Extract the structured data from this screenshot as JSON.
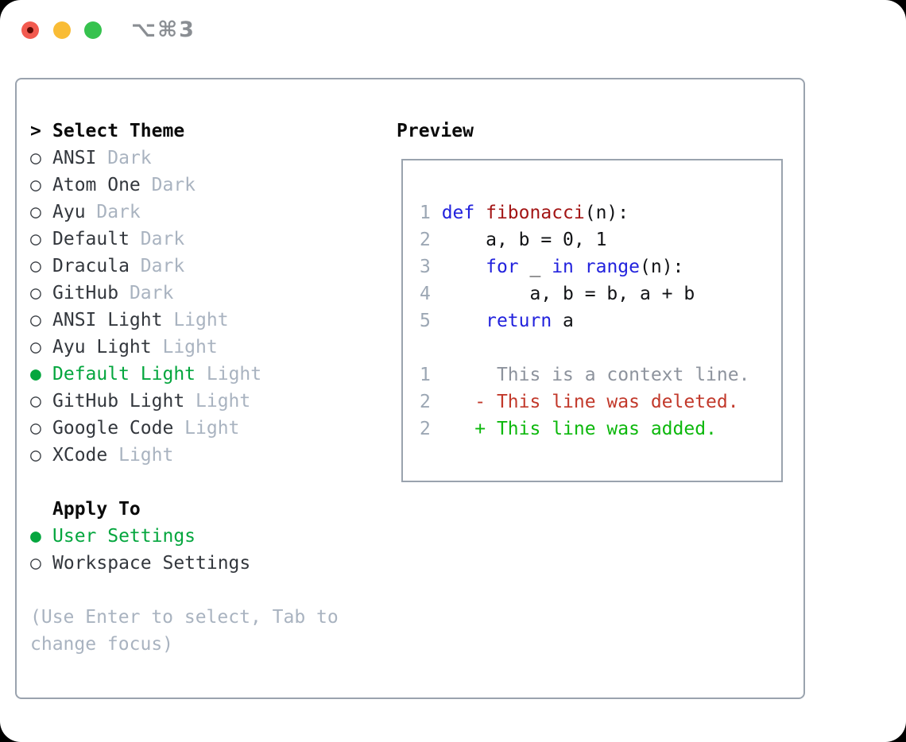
{
  "titlebar": {
    "shortcut": "⌥⌘3"
  },
  "theme_picker": {
    "prompt": ">",
    "header": "Select Theme",
    "radio_unselected": "○",
    "radio_selected": "●",
    "items": [
      {
        "name": "ANSI",
        "variant": "Dark",
        "selected": false
      },
      {
        "name": "Atom One",
        "variant": "Dark",
        "selected": false
      },
      {
        "name": "Ayu",
        "variant": "Dark",
        "selected": false
      },
      {
        "name": "Default",
        "variant": "Dark",
        "selected": false
      },
      {
        "name": "Dracula",
        "variant": "Dark",
        "selected": false
      },
      {
        "name": "GitHub",
        "variant": "Dark",
        "selected": false
      },
      {
        "name": "ANSI Light",
        "variant": "Light",
        "selected": false
      },
      {
        "name": "Ayu Light",
        "variant": "Light",
        "selected": false
      },
      {
        "name": "Default Light",
        "variant": "Light",
        "selected": true
      },
      {
        "name": "GitHub Light",
        "variant": "Light",
        "selected": false
      },
      {
        "name": "Google Code",
        "variant": "Light",
        "selected": false
      },
      {
        "name": "XCode",
        "variant": "Light",
        "selected": false
      }
    ]
  },
  "apply_to": {
    "header": "Apply To",
    "options": [
      {
        "label": "User Settings",
        "selected": true
      },
      {
        "label": "Workspace Settings",
        "selected": false
      }
    ]
  },
  "hint": {
    "line1": "(Use Enter to select, Tab to",
    "line2": "change focus)"
  },
  "preview": {
    "header": "Preview",
    "code_lines": [
      {
        "num": "1",
        "tokens": [
          {
            "t": "def",
            "c": "kw"
          },
          {
            "t": " ",
            "c": "pl"
          },
          {
            "t": "fibonacci",
            "c": "fn"
          },
          {
            "t": "(n):",
            "c": "pl"
          }
        ]
      },
      {
        "num": "2",
        "tokens": [
          {
            "t": "    a, b = 0, 1",
            "c": "pl"
          }
        ]
      },
      {
        "num": "3",
        "tokens": [
          {
            "t": "    ",
            "c": "pl"
          },
          {
            "t": "for",
            "c": "kw"
          },
          {
            "t": " _ ",
            "c": "pl"
          },
          {
            "t": "in",
            "c": "kw"
          },
          {
            "t": " ",
            "c": "pl"
          },
          {
            "t": "range",
            "c": "kw"
          },
          {
            "t": "(n):",
            "c": "pl"
          }
        ]
      },
      {
        "num": "4",
        "tokens": [
          {
            "t": "        a, b = b, a + b",
            "c": "pl"
          }
        ]
      },
      {
        "num": "5",
        "tokens": [
          {
            "t": "    ",
            "c": "pl"
          },
          {
            "t": "return",
            "c": "kw"
          },
          {
            "t": " a",
            "c": "pl"
          }
        ]
      }
    ],
    "diff_lines": [
      {
        "num": "1",
        "gap": "      ",
        "marker": "",
        "text": "This is a context line.",
        "kind": "context"
      },
      {
        "num": "2",
        "gap": "    ",
        "marker": "- ",
        "text": "This line was deleted.",
        "kind": "deleted"
      },
      {
        "num": "2",
        "gap": "    ",
        "marker": "+ ",
        "text": "This line was added.",
        "kind": "added"
      }
    ]
  },
  "colors": {
    "panel_border": "#9aa3ae",
    "accent_green": "#04a63e",
    "muted_gray": "#a9b3c0",
    "keyword_blue": "#2222dd",
    "function_red": "#a31515",
    "diff_deleted_red": "#c2392b",
    "diff_added_green": "#0db80d",
    "traffic_red": "#f25a4f",
    "traffic_yellow": "#f9bc35",
    "traffic_green": "#36c24e"
  }
}
